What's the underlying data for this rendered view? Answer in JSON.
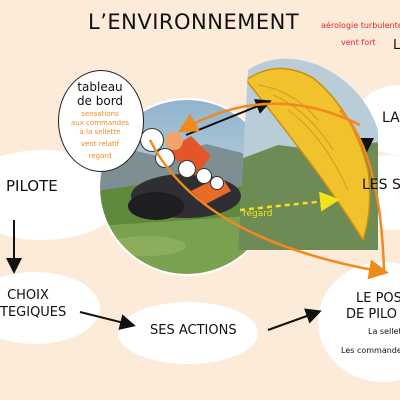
{
  "title": "L’ENVIRONNEMENT",
  "top_notes": {
    "aerology": "aérologie turbulente",
    "wind": "vent fort",
    "right_clip": "L"
  },
  "bubble_tableau": {
    "title_line1": "tableau",
    "title_line2": "de bord",
    "orange_lines": [
      "sensations",
      "aux commandes",
      "à la sellette",
      "vent relatif",
      "regard"
    ]
  },
  "left_labels": {
    "pilote": "PILOTE",
    "choix_line1": "CHOIX",
    "choix_line2": "TEGIQUES"
  },
  "bottom_center": {
    "actions": "SES ACTIONS"
  },
  "right_labels": {
    "la": "LA",
    "les_s": "LES S",
    "le_pos": "LE POS",
    "de_pilo": "DE PILO",
    "sellette_line": "La sellet",
    "commandes_line": "Les commande"
  },
  "photo_labels": {
    "regard": "regard"
  },
  "colors": {
    "background": "#fdebd9",
    "bubble": "#ffffff",
    "orange": "#f08a1e",
    "red": "#e3262b",
    "wing_yellow": "#f2c12e",
    "sky": "#b9cdd9",
    "ground": "#5f8a3c",
    "dashed_arrow": "#f2e21a"
  },
  "icons": [
    "paraglider-photo",
    "wing-photo"
  ]
}
